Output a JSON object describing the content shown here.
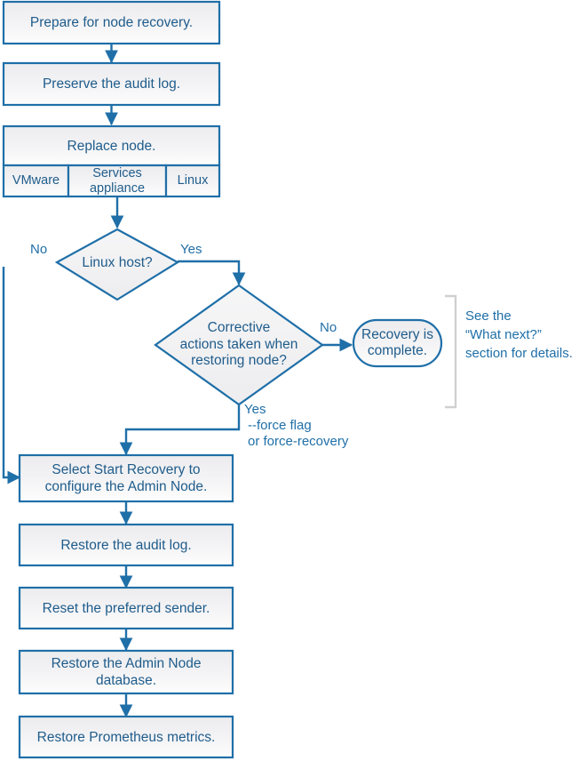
{
  "diagram": {
    "title": "Admin Node recovery flowchart",
    "colors": {
      "border": "#1F6FA8",
      "text": "#1F5C8B",
      "connector": "#1F6FA8",
      "fill_light": "#FAFAFB",
      "fill_dark": "#E8E8EA",
      "bracket": "#D0D0D0",
      "background": "#FFFFFF"
    },
    "nodes": [
      {
        "id": "prepare",
        "shape": "process",
        "label": "Prepare for node recovery."
      },
      {
        "id": "preserve",
        "shape": "process",
        "label": "Preserve the audit log."
      },
      {
        "id": "replace",
        "shape": "process",
        "label": "Replace node."
      },
      {
        "id": "linux-host",
        "shape": "decision",
        "label": "Linux host?"
      },
      {
        "id": "corrective",
        "shape": "decision",
        "label": "Corrective\nactions taken when\nrestoring node?"
      },
      {
        "id": "recovery-complete",
        "shape": "terminator",
        "label": "Recovery is\ncomplete."
      },
      {
        "id": "start-recovery",
        "shape": "process",
        "label": "Select Start Recovery to\nconfigure the Admin Node."
      },
      {
        "id": "restore-audit",
        "shape": "process",
        "label": "Restore the audit log."
      },
      {
        "id": "reset-sender",
        "shape": "process",
        "label": "Reset the preferred sender."
      },
      {
        "id": "restore-db",
        "shape": "process",
        "label": "Restore the Admin Node\ndatabase."
      },
      {
        "id": "restore-prom",
        "shape": "process",
        "label": "Restore Prometheus metrics."
      }
    ],
    "replace_node_options": [
      {
        "id": "vmware",
        "label": "VMware"
      },
      {
        "id": "services",
        "label": "Services\nappliance"
      },
      {
        "id": "linux",
        "label": "Linux"
      }
    ],
    "edge_labels": [
      {
        "id": "linux-host-no",
        "label": "No"
      },
      {
        "id": "linux-host-yes",
        "label": "Yes"
      },
      {
        "id": "corrective-no",
        "label": "No"
      },
      {
        "id": "corrective-yes",
        "label": "Yes"
      },
      {
        "id": "force-flag",
        "label": "--force flag\nor force-recovery"
      }
    ],
    "annotations": [
      {
        "id": "what-next-note",
        "label": "See the\n“What next?”\nsection for details."
      }
    ]
  }
}
